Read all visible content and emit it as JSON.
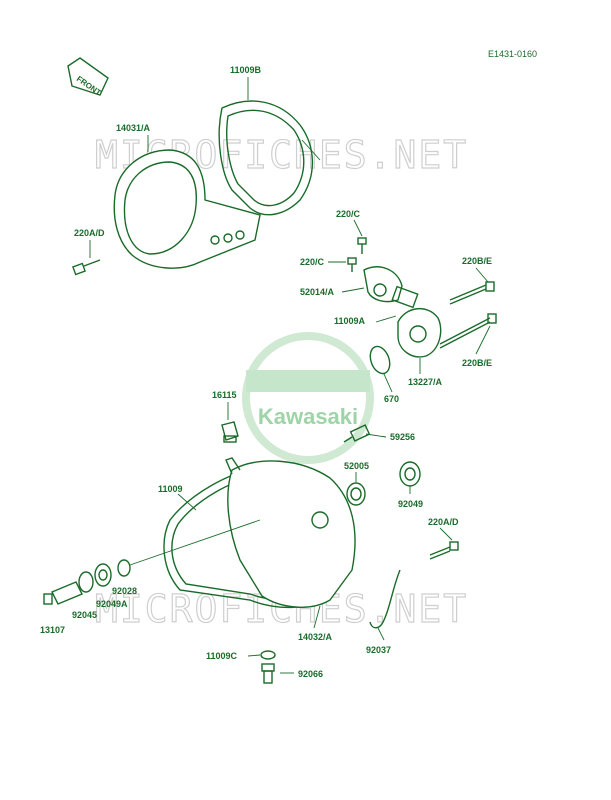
{
  "diagram_code": "E1431-0160",
  "front_arrow_text": "FRONT",
  "watermark_text": "MICROFICHES.NET",
  "logo_text": "Kawasaki",
  "colors": {
    "ink": "#1a6b2a",
    "watermark": "#cfcfcf",
    "logo": "#9fd4a8",
    "background": "#ffffff"
  },
  "parts": {
    "p11009B": "11009B",
    "p14031A": "14031/A",
    "p220AD_top": "220A/D",
    "p220C_a": "220/C",
    "p220C_b": "220/C",
    "p52014A": "52014/A",
    "p220BE_a": "220B/E",
    "p11009A": "11009A",
    "p220BE_b": "220B/E",
    "p13227A": "13227/A",
    "p670": "670",
    "p16115": "16115",
    "p59256": "59256",
    "p52005": "52005",
    "p11009": "11009",
    "p92049": "92049",
    "p220AD_bottom": "220A/D",
    "p92028": "92028",
    "p92049A": "92049A",
    "p92045": "92045",
    "p13107": "13107",
    "p14032A": "14032/A",
    "p92037": "92037",
    "p11009C": "11009C",
    "p92066": "92066"
  }
}
